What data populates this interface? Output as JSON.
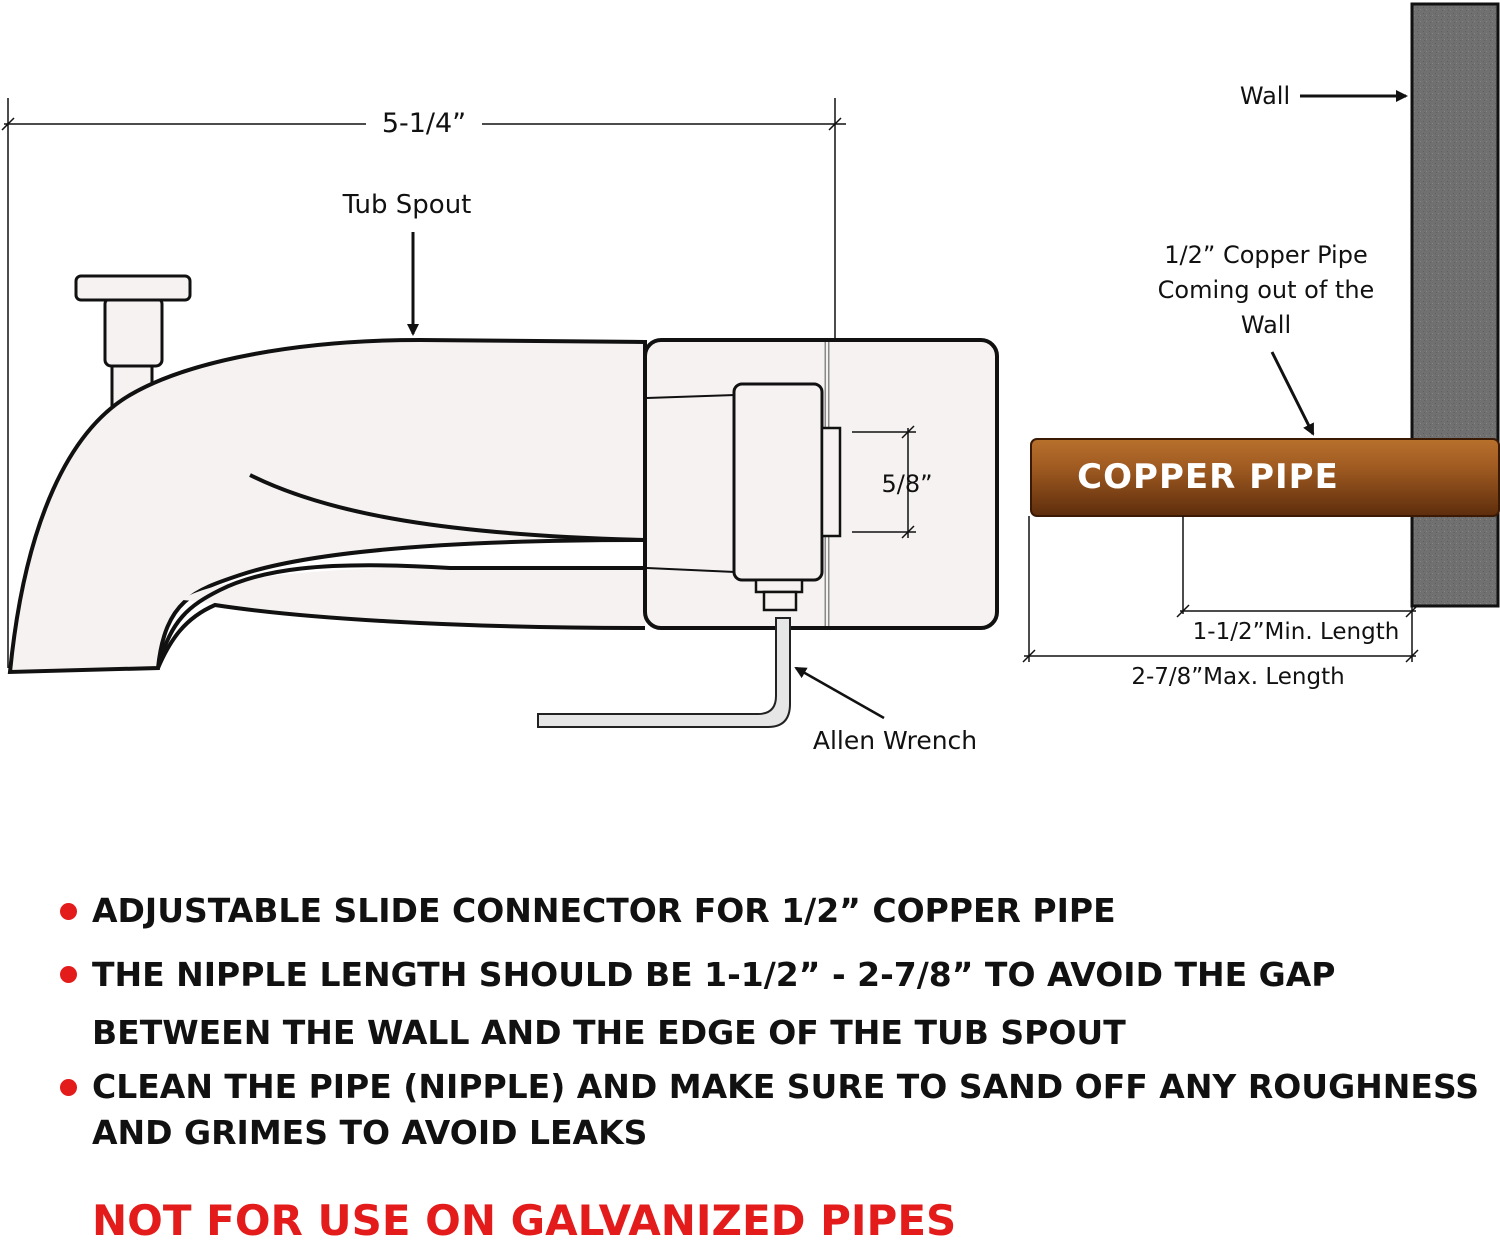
{
  "diagram": {
    "dimension_width": "5-1/4”",
    "tub_spout_label": "Tub Spout",
    "wall_label": "Wall",
    "copper_pipe_callout": [
      "1/2” Copper Pipe",
      "Coming out of the",
      "Wall"
    ],
    "copper_pipe_text": "COPPER PIPE",
    "dimension_connector": "5/8”",
    "min_length_label": "1-1/2”Min. Length",
    "max_length_label": "2-7/8”Max. Length",
    "allen_wrench_label": "Allen Wrench"
  },
  "bullets": [
    {
      "line1": "ADJUSTABLE SLIDE CONNECTOR FOR 1/2” COPPER PIPE"
    },
    {
      "line1": "THE NIPPLE LENGTH SHOULD BE 1-1/2” - 2-7/8” TO AVOID THE GAP",
      "line2": "BETWEEN THE WALL AND THE EDGE OF THE TUB SPOUT"
    },
    {
      "line1": "CLEAN THE PIPE (NIPPLE) AND MAKE SURE TO SAND OFF ANY ROUGHNESS",
      "line2": "AND GRIMES TO AVOID LEAKS"
    }
  ],
  "warning": "NOT FOR USE ON GALVANIZED PIPES",
  "colors": {
    "bullet_dot": "#e31b1b",
    "warning": "#e31b1b",
    "copper_light": "#c47a36",
    "copper_dark": "#6b3410",
    "wall": "#6f6f6f",
    "spout_fill": "#f7f2f2"
  }
}
